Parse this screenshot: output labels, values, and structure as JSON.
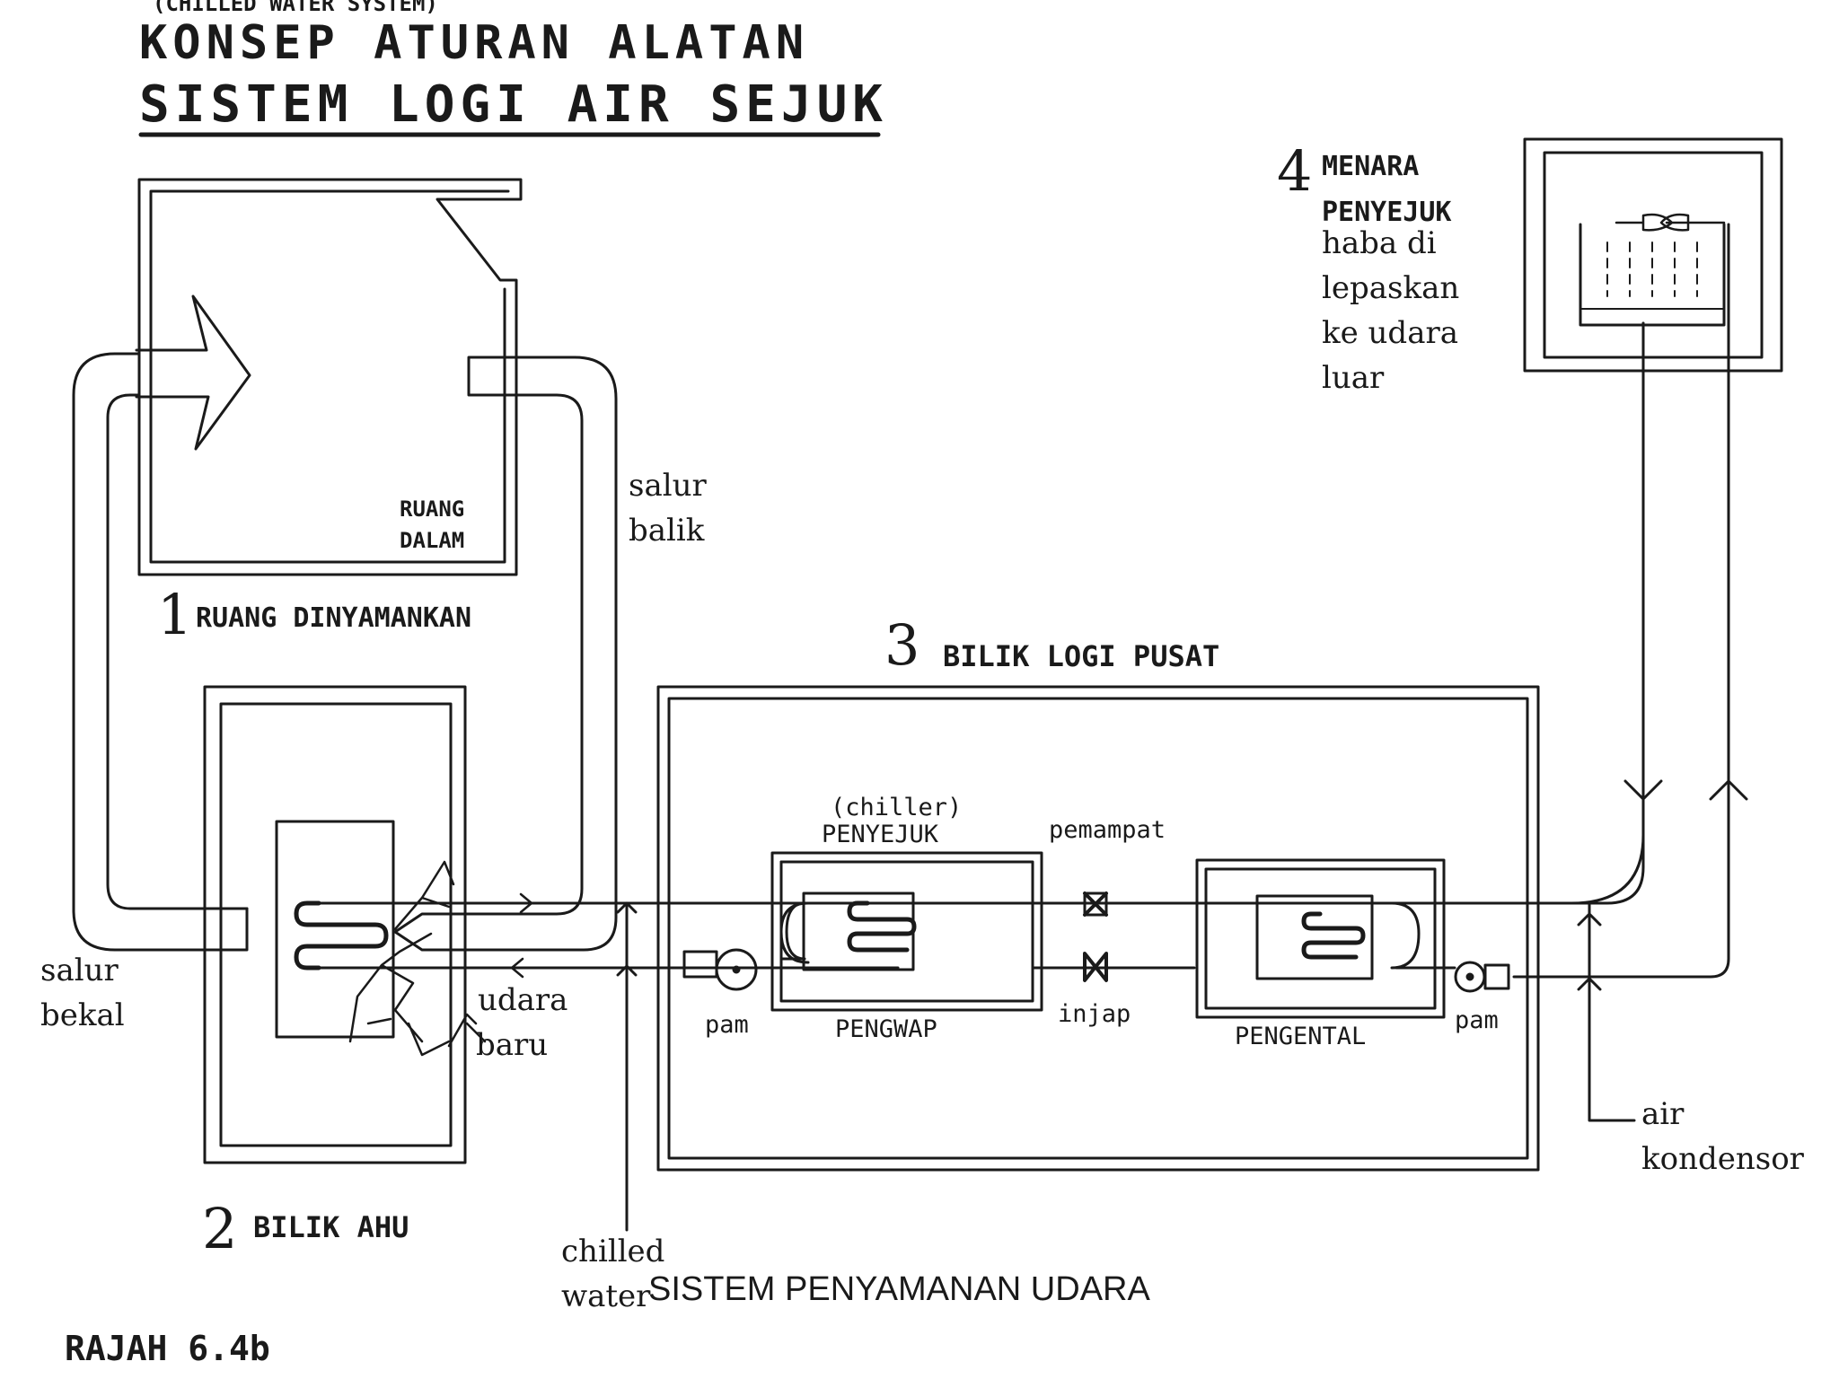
{
  "title": {
    "header_cut": "(CHILLED WATER SYSTEM)",
    "line1": "KONSEP ATURAN ALATAN",
    "line2": "SISTEM LOGI AIR SEJUK"
  },
  "caption": "SISTEM PENYAMANAN UDARA",
  "figure_number": "RAJAH 6.4b",
  "sections": {
    "s1": {
      "number": "1",
      "label": "RUANG DINYAMANKAN"
    },
    "s2": {
      "number": "2",
      "label": "BILIK AHU"
    },
    "s3": {
      "number": "3",
      "label": "BILIK LOGI PUSAT"
    },
    "s4": {
      "number": "4",
      "label_line1": "MENARA",
      "label_line2": "PENYEJUK",
      "desc": [
        "haba di",
        "lepaskan",
        "ke udara",
        "luar"
      ]
    }
  },
  "labels": {
    "ruang_dalam": [
      "RUANG",
      "DALAM"
    ],
    "salur_balik": [
      "salur",
      "balik"
    ],
    "salur_bekal": [
      "salur",
      "bekal"
    ],
    "udara_baru": [
      "udara",
      "baru"
    ],
    "chilled_water": [
      "chilled",
      "water"
    ],
    "chiller_en": "(chiller)",
    "penyejuk": "PENYEJUK",
    "pengwap": "PENGWAP",
    "pemampat": "pemampat",
    "injap": "injap",
    "pengental": "PENGENTAL",
    "pam_left": "pam",
    "pam_right": "pam",
    "air_kondensor": [
      "air",
      "kondensor"
    ]
  },
  "colors": {
    "ink": "#1a1a1a",
    "paper": "#ffffff"
  }
}
